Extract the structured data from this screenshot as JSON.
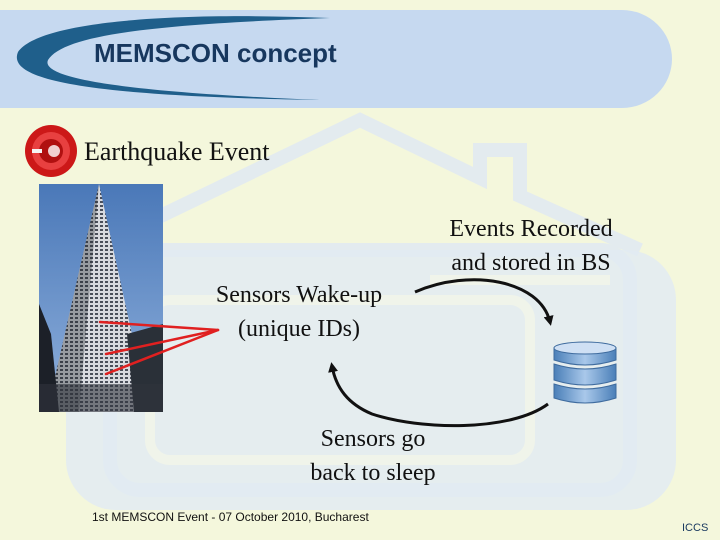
{
  "slide": {
    "title": "MEMSCON concept",
    "event_label": "Earthquake Event",
    "events_recorded": {
      "line1": "Events Recorded",
      "line2": "and stored in BS"
    },
    "sensors_wakeup": {
      "line1": "Sensors Wake-up",
      "line2": "(unique IDs)"
    },
    "sensors_sleep": {
      "line1": "Sensors go",
      "line2": "back to sleep"
    },
    "footer": "1st MEMSCON Event - 07 October 2010, Bucharest",
    "organization": "ICCS"
  },
  "icons": {
    "alarm": "alarm-bell-icon",
    "building": "skyscraper-photo",
    "database": "database-icon"
  },
  "colors": {
    "background": "#f4f7dc",
    "title": "#17375e",
    "header_band": "#c6d9f0",
    "swoosh": "#1f5f8b",
    "pointer": "#e02020",
    "alarm": "#cc1818",
    "database": "#6f9fd0"
  }
}
